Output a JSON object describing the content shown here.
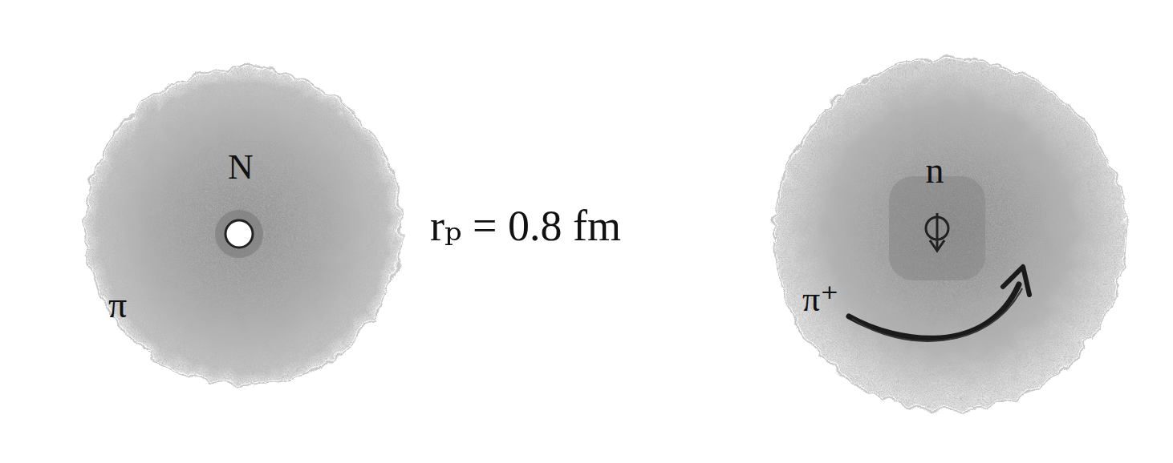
{
  "diagram": {
    "nodes": [
      {
        "text": [
          "N",
          "π"
        ]
      },
      {
        "text": [
          "n",
          "π⁺"
        ]
      }
    ],
    "labels": [
      "rₚ = 0.8 fm"
    ]
  }
}
